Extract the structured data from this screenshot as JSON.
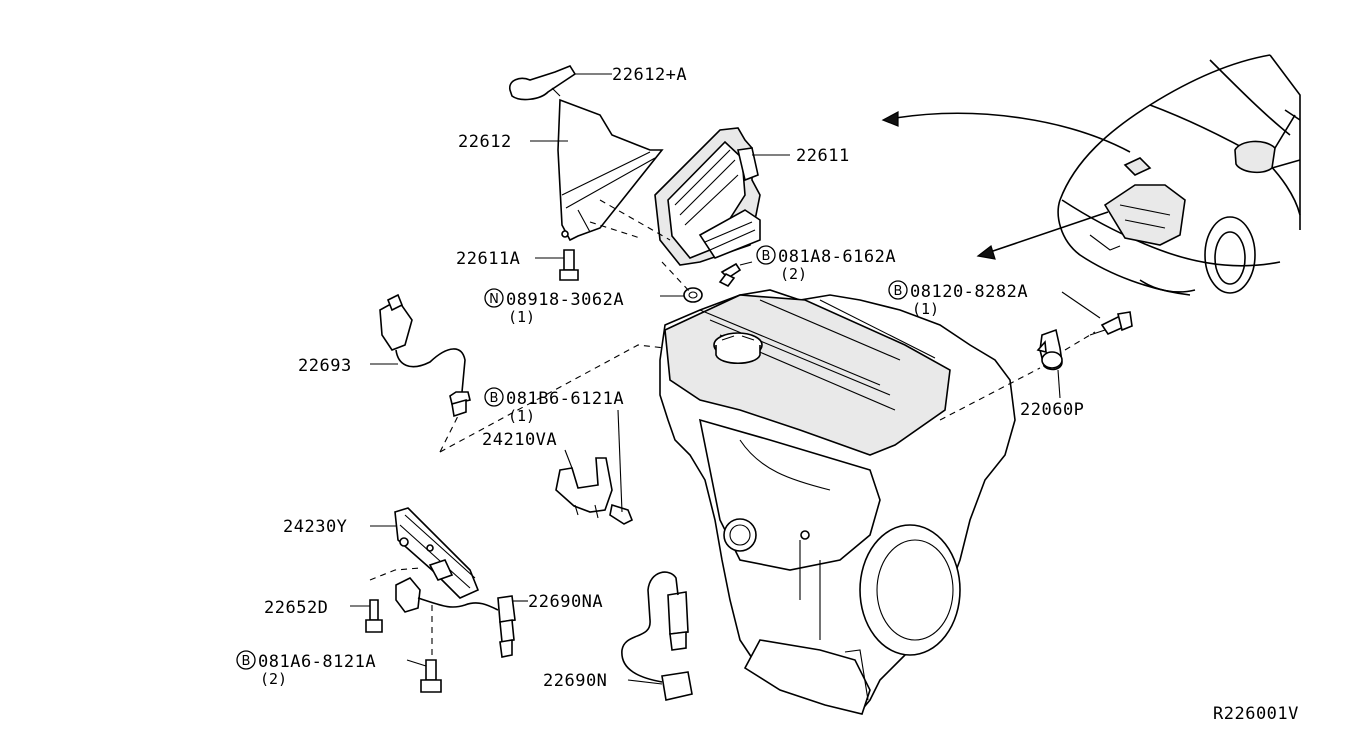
{
  "labels": {
    "p22612_a": "22612+A",
    "p22612": "22612",
    "p22611": "22611",
    "p22611A": "22611A",
    "p081A8": "081A8-6162A",
    "p081A8_qty": "(2)",
    "p08918": "08918-3062A",
    "p08918_qty": "(1)",
    "p08120": "08120-8282A",
    "p08120_qty": "(1)",
    "p22693": "22693",
    "p081B6": "081B6-6121A",
    "p081B6_qty": "(1)",
    "p24210VA": "24210VA",
    "p22060P": "22060P",
    "p24230Y": "24230Y",
    "p22652D": "22652D",
    "p22690NA": "22690NA",
    "p081A6": "081A6-8121A",
    "p081A6_qty": "(2)",
    "p22690N": "22690N",
    "ref_code": "R226001V"
  },
  "symbols": {
    "bolt_symbol": "B",
    "nut_symbol": "N"
  },
  "icons": [
    "ecm-bracket-icon",
    "ecm-unit-icon",
    "engine-block-icon",
    "vehicle-front-icon",
    "oxygen-sensor-icon",
    "knock-sensor-icon",
    "bolt-icon",
    "nut-icon"
  ]
}
